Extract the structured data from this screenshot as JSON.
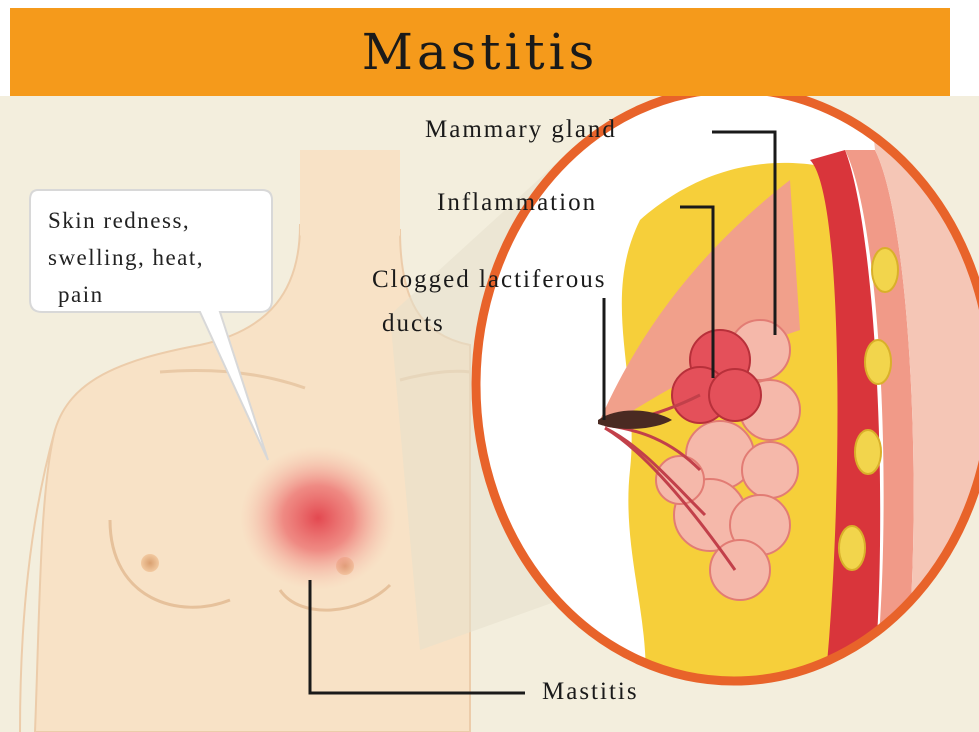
{
  "title": "Mastitis",
  "callout": {
    "lines": [
      "Skin redness,",
      "swelling, heat,",
      "pain"
    ]
  },
  "labels": {
    "mammary_gland": "Mammary gland",
    "inflammation": "Inflammation",
    "ducts_line1": "Clogged lactiferous",
    "ducts_line2": "ducts",
    "mastitis": "Mastitis"
  },
  "colors": {
    "header": "#f59a1b",
    "background": "#f3eedd",
    "skin": "#f8e2c6",
    "magnifier_ring": "#e8632a",
    "inflammation": "#e4505a",
    "fat": "#f6cf3a"
  }
}
